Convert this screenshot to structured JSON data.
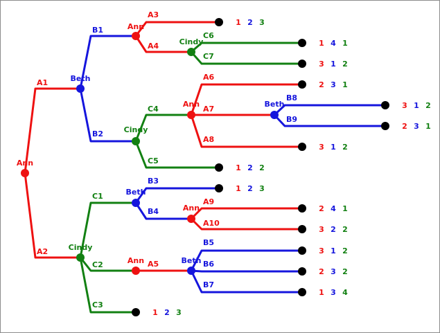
{
  "colors": {
    "Ann": "#ee1111",
    "Beth": "#1515dd",
    "Cindy": "#128012",
    "terminal": "#000000"
  },
  "nodes": {
    "root": {
      "player": "Ann",
      "label": "Ann"
    },
    "b_top": {
      "player": "Beth",
      "label": "Beth"
    },
    "c_bot": {
      "player": "Cindy",
      "label": "Cindy"
    },
    "a_1": {
      "player": "Ann",
      "label": "Ann"
    },
    "c_1": {
      "player": "Cindy",
      "label": "Cindy"
    },
    "c_2": {
      "player": "Cindy",
      "label": "Cindy"
    },
    "a_2": {
      "player": "Ann",
      "label": "Ann"
    },
    "b_1": {
      "player": "Beth",
      "label": "Beth"
    },
    "b_2": {
      "player": "Beth",
      "label": "Beth"
    },
    "a_3": {
      "player": "Ann",
      "label": "Ann"
    },
    "a_4": {
      "player": "Ann",
      "label": "Ann"
    },
    "b_3": {
      "player": "Beth",
      "label": "Beth"
    }
  },
  "edges": [
    {
      "from": "root",
      "to": "b_top",
      "label": "A1",
      "player": "Ann"
    },
    {
      "from": "root",
      "to": "c_bot",
      "label": "A2",
      "player": "Ann"
    },
    {
      "from": "b_top",
      "to": "a_1",
      "label": "B1",
      "player": "Beth"
    },
    {
      "from": "b_top",
      "to": "c_2",
      "label": "B2",
      "player": "Beth"
    },
    {
      "from": "a_1",
      "to": "t1",
      "label": "A3",
      "player": "Ann"
    },
    {
      "from": "a_1",
      "to": "c_1",
      "label": "A4",
      "player": "Ann"
    },
    {
      "from": "c_1",
      "to": "t2",
      "label": "C6",
      "player": "Cindy"
    },
    {
      "from": "c_1",
      "to": "t3",
      "label": "C7",
      "player": "Cindy"
    },
    {
      "from": "c_2",
      "to": "a_2",
      "label": "C4",
      "player": "Cindy"
    },
    {
      "from": "c_2",
      "to": "t8",
      "label": "C5",
      "player": "Cindy"
    },
    {
      "from": "a_2",
      "to": "t4",
      "label": "A6",
      "player": "Ann"
    },
    {
      "from": "a_2",
      "to": "b_1",
      "label": "A7",
      "player": "Ann"
    },
    {
      "from": "a_2",
      "to": "t7",
      "label": "A8",
      "player": "Ann"
    },
    {
      "from": "b_1",
      "to": "t5",
      "label": "B8",
      "player": "Beth"
    },
    {
      "from": "b_1",
      "to": "t6",
      "label": "B9",
      "player": "Beth"
    },
    {
      "from": "c_bot",
      "to": "b_2",
      "label": "C1",
      "player": "Cindy"
    },
    {
      "from": "c_bot",
      "to": "a_4",
      "label": "C2",
      "player": "Cindy"
    },
    {
      "from": "c_bot",
      "to": "t16",
      "label": "C3",
      "player": "Cindy"
    },
    {
      "from": "b_2",
      "to": "t9",
      "label": "B3",
      "player": "Beth"
    },
    {
      "from": "b_2",
      "to": "a_3",
      "label": "B4",
      "player": "Beth"
    },
    {
      "from": "a_3",
      "to": "t10",
      "label": "A9",
      "player": "Ann"
    },
    {
      "from": "a_3",
      "to": "t11",
      "label": "A10",
      "player": "Ann"
    },
    {
      "from": "a_4",
      "to": "b_3",
      "label": "A5",
      "player": "Ann"
    },
    {
      "from": "b_3",
      "to": "t12",
      "label": "B5",
      "player": "Beth"
    },
    {
      "from": "b_3",
      "to": "t13",
      "label": "B6",
      "player": "Beth"
    },
    {
      "from": "b_3",
      "to": "t14",
      "label": "B7",
      "player": "Beth"
    }
  ],
  "payoffs": {
    "t1": [
      "1",
      "2",
      "3"
    ],
    "t2": [
      "1",
      "4",
      "1"
    ],
    "t3": [
      "3",
      "1",
      "2"
    ],
    "t4": [
      "2",
      "3",
      "1"
    ],
    "t5": [
      "3",
      "1",
      "2"
    ],
    "t6": [
      "2",
      "3",
      "1"
    ],
    "t7": [
      "3",
      "1",
      "2"
    ],
    "t8": [
      "1",
      "2",
      "2"
    ],
    "t9": [
      "1",
      "2",
      "3"
    ],
    "t10": [
      "2",
      "4",
      "1"
    ],
    "t11": [
      "3",
      "2",
      "2"
    ],
    "t12": [
      "3",
      "1",
      "2"
    ],
    "t13": [
      "2",
      "3",
      "2"
    ],
    "t14": [
      "1",
      "3",
      "4"
    ],
    "t16": [
      "1",
      "2",
      "3"
    ]
  }
}
